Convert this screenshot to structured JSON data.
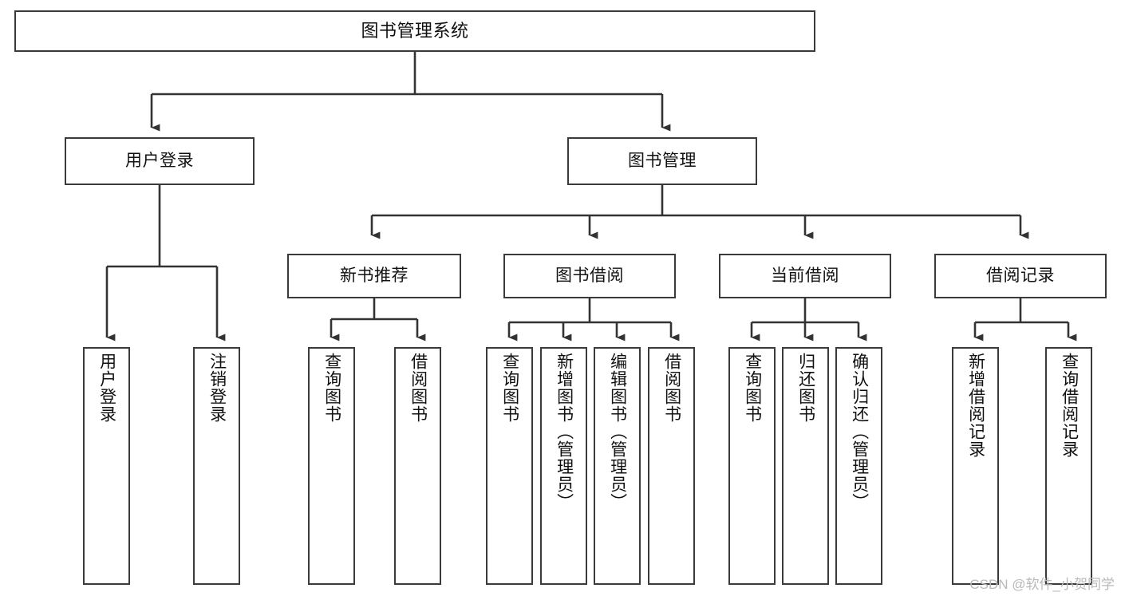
{
  "diagram": {
    "type": "tree-hierarchy",
    "title": "图书管理系统",
    "watermark": "CSDN @软件_小贺同学",
    "style": {
      "box_border_color": "#3a3a3a",
      "box_fill_color": "#ffffff",
      "line_color": "#333333",
      "background_color": "#ffffff",
      "text_color": "#111111"
    },
    "nodes": {
      "root": {
        "label": "图书管理系统"
      },
      "level1": [
        {
          "id": "user-login",
          "label": "用户登录"
        },
        {
          "id": "book-management",
          "label": "图书管理"
        }
      ],
      "level2": [
        {
          "id": "new-book-recommend",
          "label": "新书推荐"
        },
        {
          "id": "book-borrow",
          "label": "图书借阅"
        },
        {
          "id": "current-borrow",
          "label": "当前借阅"
        },
        {
          "id": "borrow-record",
          "label": "借阅记录"
        }
      ],
      "leaves": [
        {
          "id": "leaf-user-login",
          "parent": "user-login",
          "label": "用户登录"
        },
        {
          "id": "leaf-logout-login",
          "parent": "user-login",
          "label": "注销登录"
        },
        {
          "id": "leaf-query-book-1",
          "parent": "new-book-recommend",
          "label": "查询图书"
        },
        {
          "id": "leaf-borrow-book-1",
          "parent": "new-book-recommend",
          "label": "借阅图书"
        },
        {
          "id": "leaf-query-book-2",
          "parent": "book-borrow",
          "label": "查询图书"
        },
        {
          "id": "leaf-add-book",
          "parent": "book-borrow",
          "label": "新增图书（管理员）"
        },
        {
          "id": "leaf-edit-book",
          "parent": "book-borrow",
          "label": "编辑图书（管理员）"
        },
        {
          "id": "leaf-borrow-book-2",
          "parent": "book-borrow",
          "label": "借阅图书"
        },
        {
          "id": "leaf-query-book-3",
          "parent": "current-borrow",
          "label": "查询图书"
        },
        {
          "id": "leaf-return-book",
          "parent": "current-borrow",
          "label": "归还图书"
        },
        {
          "id": "leaf-confirm-return",
          "parent": "current-borrow",
          "label": "确认归还（管理员）"
        },
        {
          "id": "leaf-add-record",
          "parent": "borrow-record",
          "label": "新增借阅记录"
        },
        {
          "id": "leaf-query-record",
          "parent": "borrow-record",
          "label": "查询借阅记录"
        }
      ]
    }
  }
}
